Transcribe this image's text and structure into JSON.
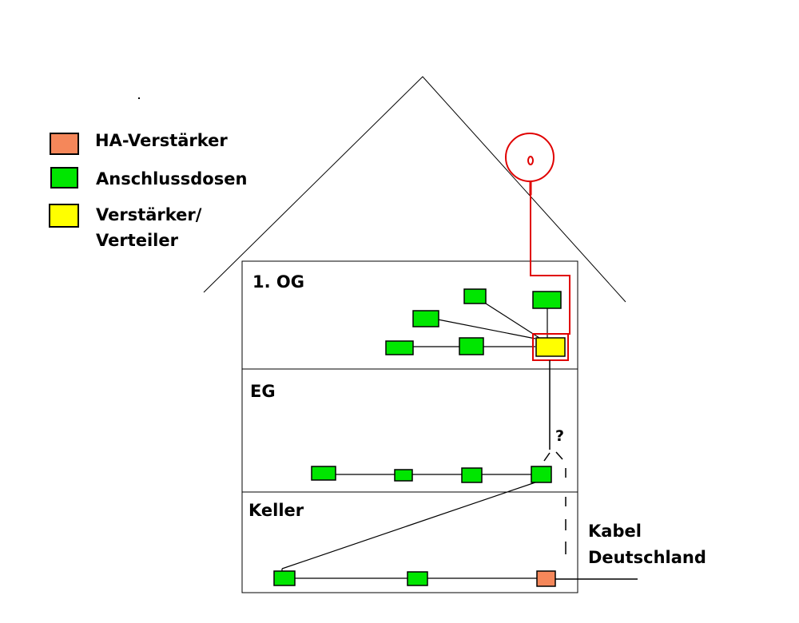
{
  "legend": {
    "ha_verstaerker": "HA-Verstärker",
    "anschlussdosen": "Anschlussdosen",
    "verstaerker_line1": "Verstärker/",
    "verstaerker_line2": "Verteiler"
  },
  "floors": {
    "og": "1. OG",
    "eg": "EG",
    "keller": "Keller"
  },
  "unknown_mark": "?",
  "provider": {
    "line1": "Kabel",
    "line2": "Deutschland"
  },
  "colors": {
    "ha_verstaerker": "#f5875a",
    "anschlussdose": "#00e600",
    "verteiler": "#ffff00",
    "satellite_line": "#e00000",
    "line": "#000000"
  }
}
